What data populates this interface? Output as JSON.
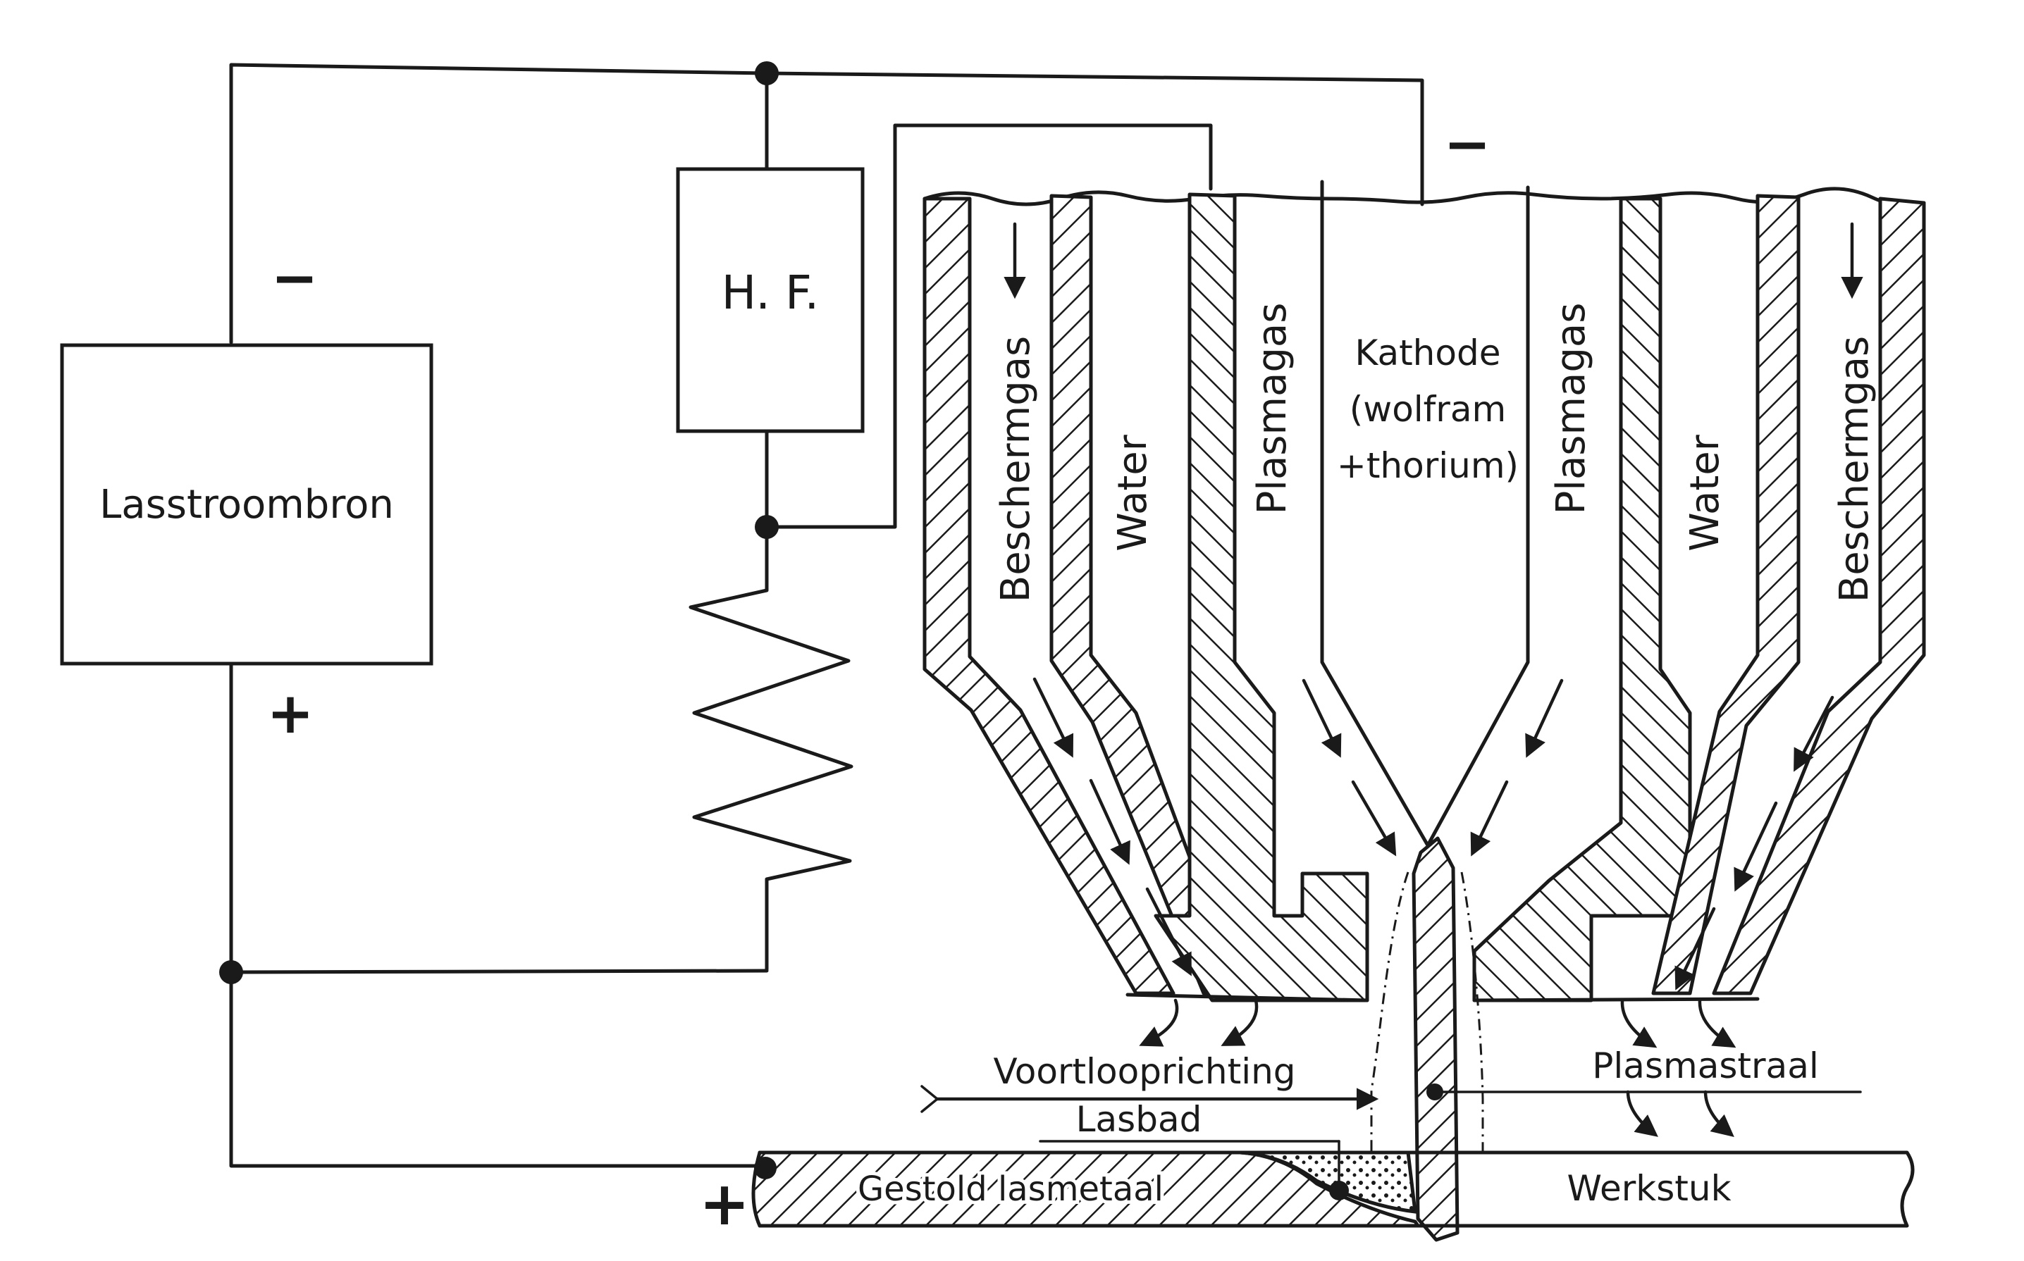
{
  "labels": {
    "power_source": "Lasstroombron",
    "hf": "H. F.",
    "minus_sign": "−",
    "plus_sign": "+",
    "beschermgas": "Beschermgas",
    "water": "Water",
    "plasmagas": "Plasmagas",
    "kathode_1": "Kathode",
    "kathode_2": "(wolfram",
    "kathode_3": "+thorium)",
    "voortlooprichting": "Voortlooprichting",
    "lasbad": "Lasbad",
    "plasmastraal": "Plasmastraal",
    "gestold_lasmetaal": "Gestold lasmetaal",
    "werkstuk": "Werkstuk"
  }
}
